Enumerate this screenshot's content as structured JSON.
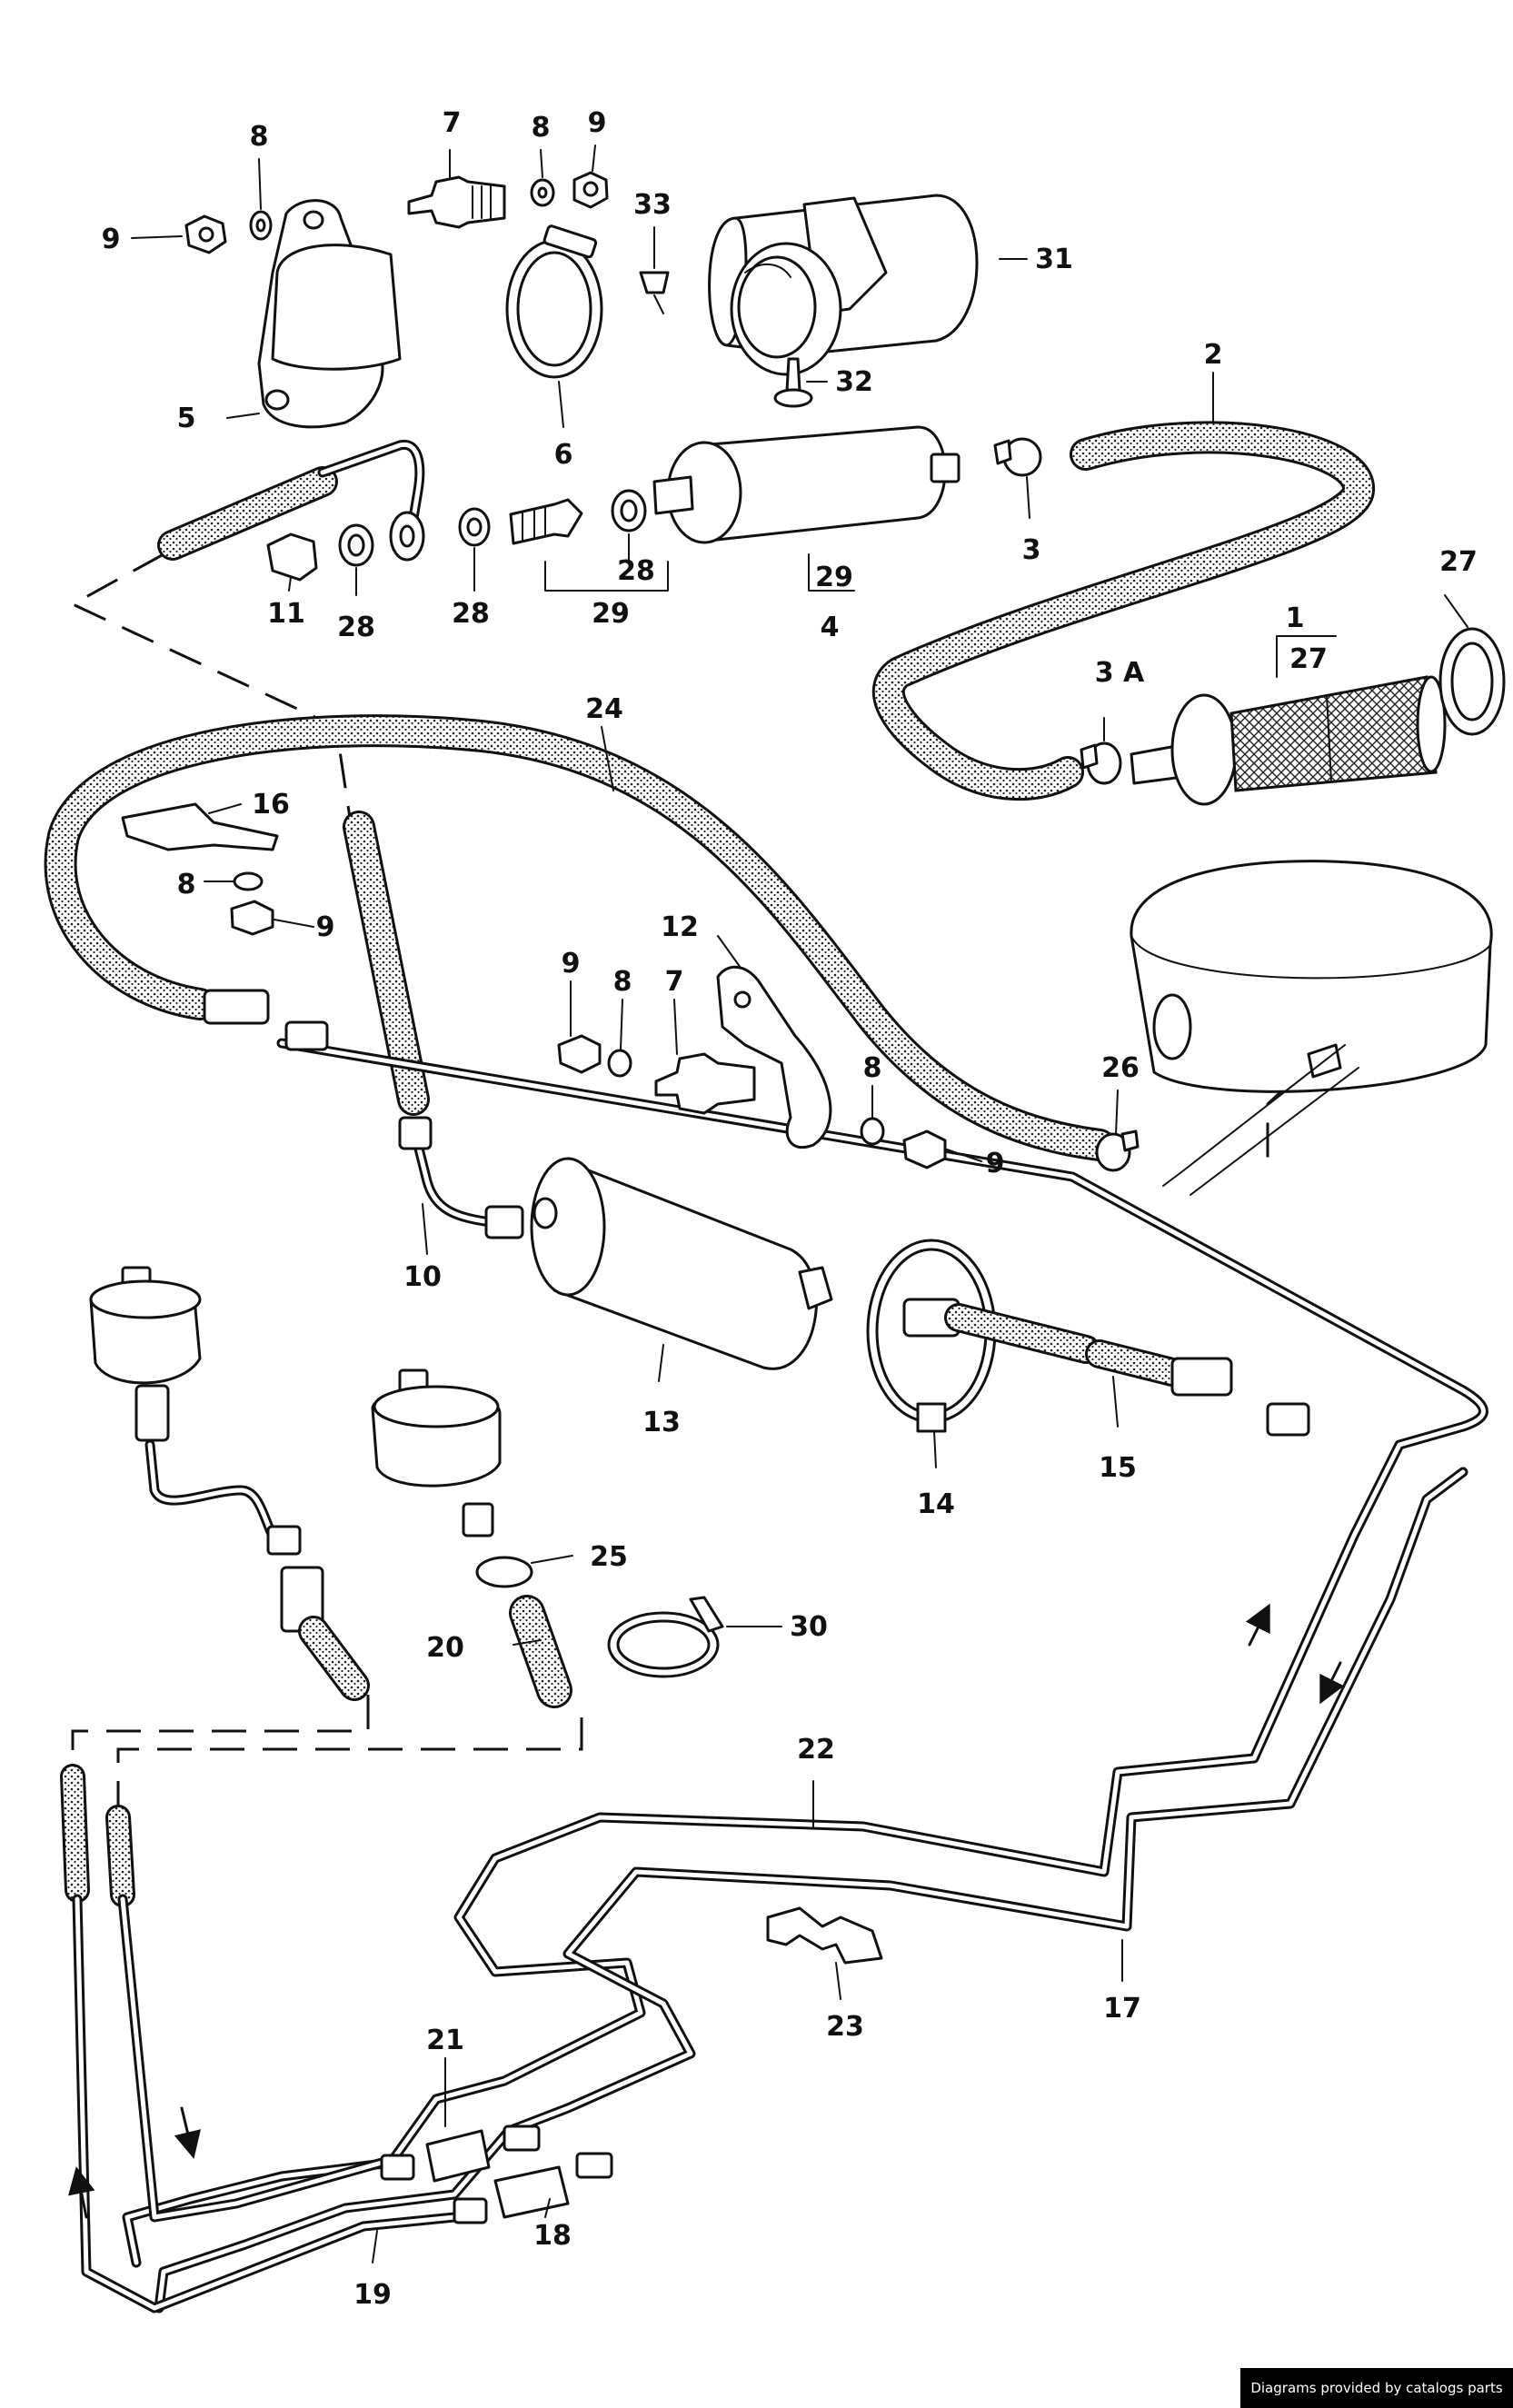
{
  "callouts": [
    {
      "id": "c1",
      "label": "1"
    },
    {
      "id": "c27a",
      "label": "27"
    },
    {
      "id": "c2",
      "label": "2"
    },
    {
      "id": "c3",
      "label": "3"
    },
    {
      "id": "c3a",
      "label": "3 A"
    },
    {
      "id": "c4",
      "label": "4"
    },
    {
      "id": "c29a",
      "label": "29"
    },
    {
      "id": "c5",
      "label": "5"
    },
    {
      "id": "c6",
      "label": "6"
    },
    {
      "id": "c7a",
      "label": "7"
    },
    {
      "id": "c7b",
      "label": "7"
    },
    {
      "id": "c8a",
      "label": "8"
    },
    {
      "id": "c8b",
      "label": "8"
    },
    {
      "id": "c8c",
      "label": "8"
    },
    {
      "id": "c8d",
      "label": "8"
    },
    {
      "id": "c8e",
      "label": "8"
    },
    {
      "id": "c9a",
      "label": "9"
    },
    {
      "id": "c9b",
      "label": "9"
    },
    {
      "id": "c9c",
      "label": "9"
    },
    {
      "id": "c9d",
      "label": "9"
    },
    {
      "id": "c9e",
      "label": "9"
    },
    {
      "id": "c10",
      "label": "10"
    },
    {
      "id": "c11",
      "label": "11"
    },
    {
      "id": "c12",
      "label": "12"
    },
    {
      "id": "c13",
      "label": "13"
    },
    {
      "id": "c14",
      "label": "14"
    },
    {
      "id": "c15",
      "label": "15"
    },
    {
      "id": "c16",
      "label": "16"
    },
    {
      "id": "c17",
      "label": "17"
    },
    {
      "id": "c18",
      "label": "18"
    },
    {
      "id": "c19",
      "label": "19"
    },
    {
      "id": "c20",
      "label": "20"
    },
    {
      "id": "c21",
      "label": "21"
    },
    {
      "id": "c22",
      "label": "22"
    },
    {
      "id": "c23",
      "label": "23"
    },
    {
      "id": "c24",
      "label": "24"
    },
    {
      "id": "c25",
      "label": "25"
    },
    {
      "id": "c26",
      "label": "26"
    },
    {
      "id": "c27b",
      "label": "27"
    },
    {
      "id": "c28a",
      "label": "28"
    },
    {
      "id": "c28b",
      "label": "28"
    },
    {
      "id": "c28c",
      "label": "28"
    },
    {
      "id": "c29b",
      "label": "29"
    },
    {
      "id": "c30",
      "label": "30"
    },
    {
      "id": "c31",
      "label": "31"
    },
    {
      "id": "c32",
      "label": "32"
    },
    {
      "id": "c33",
      "label": "33"
    }
  ],
  "footer": {
    "text": "Diagrams provided by catalogs parts"
  },
  "colors": {
    "line": "#111111",
    "background": "#ffffff",
    "footer_bg": "#000000",
    "footer_text": "#ffffff"
  }
}
